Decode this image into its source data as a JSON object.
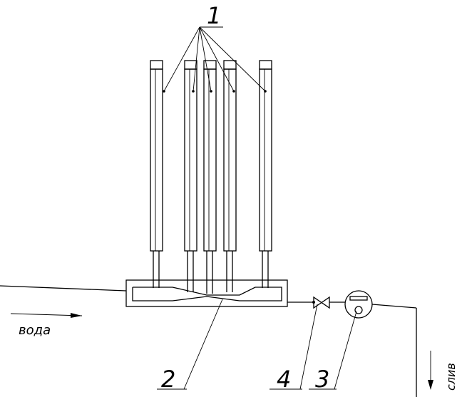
{
  "labels": {
    "tubes": "1",
    "venturi": "2",
    "flowmeter": "3",
    "valve": "4"
  },
  "flow": {
    "inlet": "вода",
    "outlet": "слив"
  }
}
